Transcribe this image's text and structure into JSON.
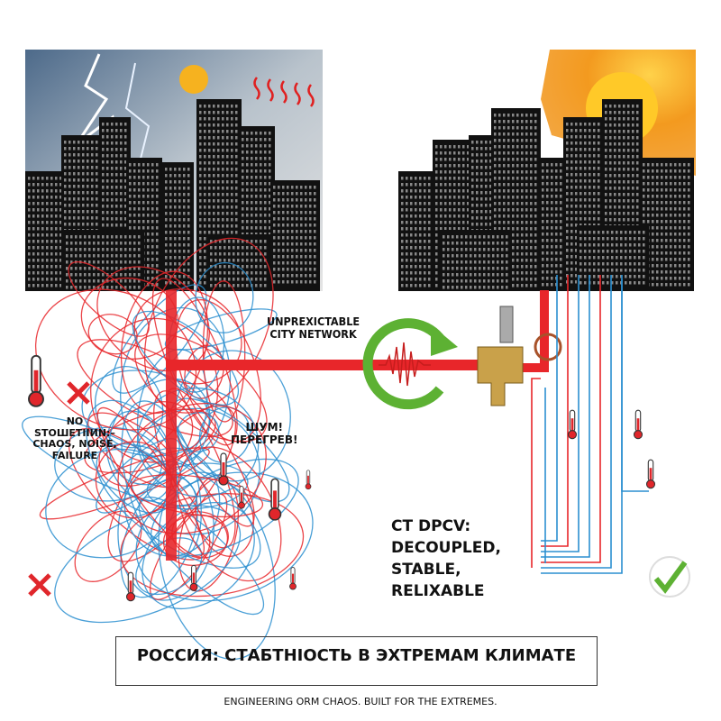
{
  "labels": {
    "network": [
      "UNPREXICTABLE",
      "CITY NETWORK"
    ],
    "no_solution": [
      "NO STOШETIIИN:–",
      "CHAOS, NOISE,",
      "FAILURE"
    ],
    "noise": [
      "ШУМ!",
      "ПЕРЕГРЕВ!"
    ],
    "dpcv": [
      "CT DPCV:",
      "DECOUPLED,",
      "STABLE,",
      "RELIXABLE"
    ]
  },
  "title": "РОССИЯ: СТАБТНIОСТЬ В ЭХТРЕМАМ КЛИМАТЕ",
  "tagline": "ENGINEERING ORM CHAOS. BUILT FOR THE EXTREMES.",
  "colors": {
    "pipe": "#e8262a",
    "blue": "#2b8fd0",
    "green": "#5db133",
    "sun": "#f39a1f",
    "building": "#111111"
  }
}
